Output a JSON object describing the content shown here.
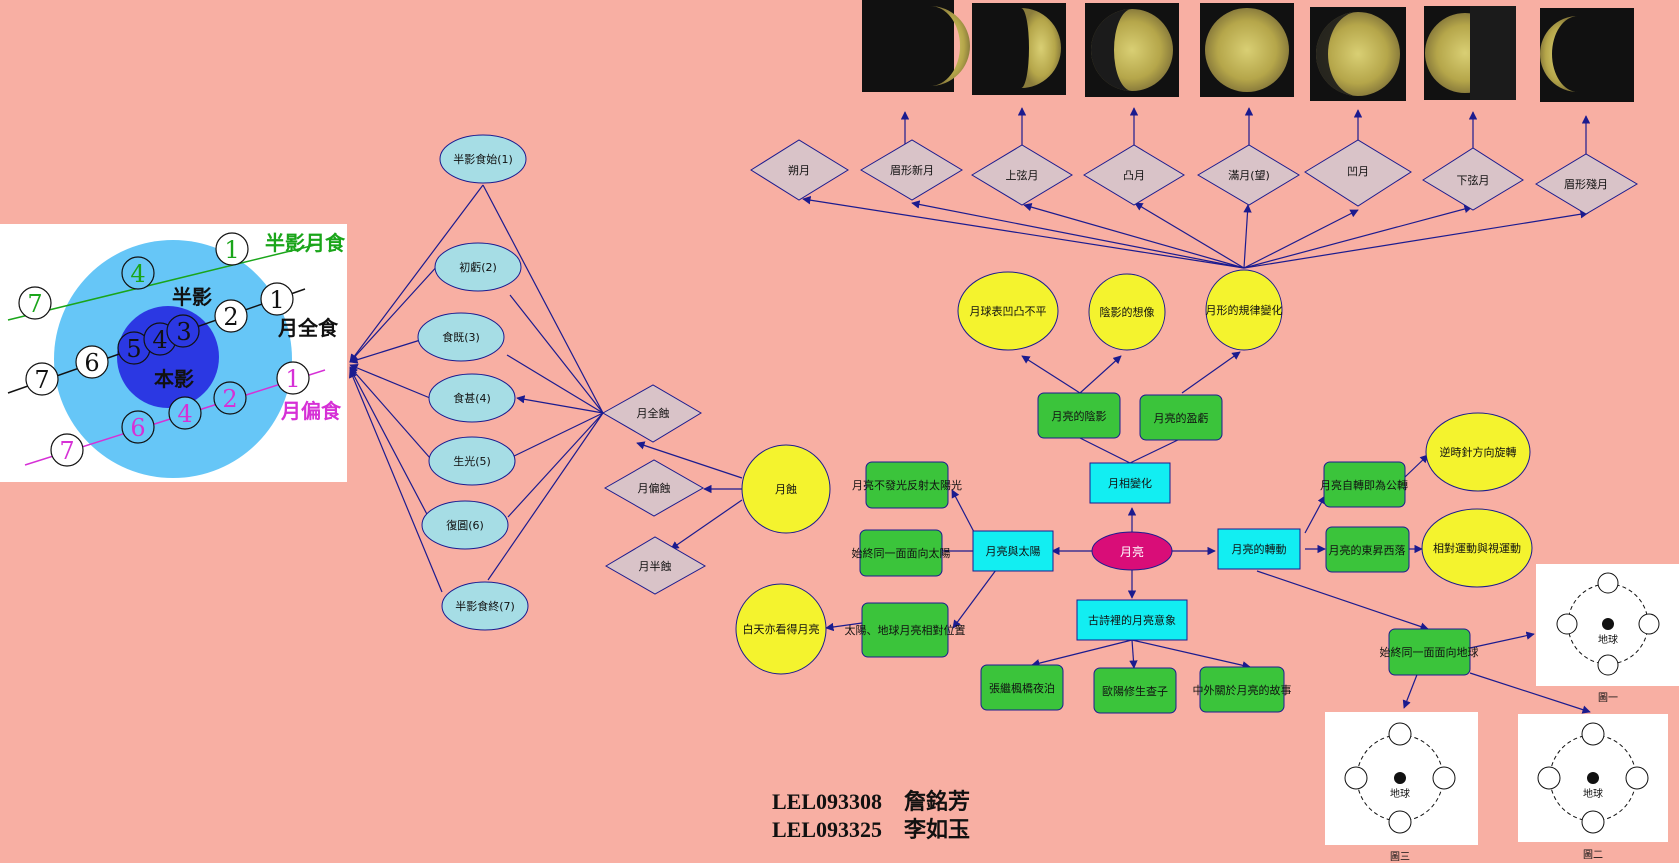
{
  "phases": [
    "朔月",
    "眉形新月",
    "上弦月",
    "凸月",
    "滿月(望)",
    "凹月",
    "下弦月",
    "眉形殘月"
  ],
  "eclipse_stages": [
    "半影食始(1)",
    "初虧(2)",
    "食既(3)",
    "食甚(4)",
    "生光(5)",
    "復圓(6)",
    "半影食終(7)"
  ],
  "eclipse_types": [
    "月全蝕",
    "月偏蝕",
    "月半蝕"
  ],
  "center": "月亮",
  "nodes": {
    "phase_change": "月相變化",
    "shadow": "月亮的陰影",
    "wax_wane": "月亮的盈虧",
    "surface": "月球表凹凸不平",
    "shadow_imagine": "陰影的想像",
    "shape_rule": "月形的規律變化",
    "sun": "月亮與太陽",
    "no_light": "月亮不發光反射太陽光",
    "face_sun": "始終同一面面向太陽",
    "position": "太陽、地球月亮相對位置",
    "daytime": "白天亦看得月亮",
    "eclipse": "月蝕",
    "rotation": "月亮的轉動",
    "rot_revolve": "月亮自轉即為公轉",
    "ccw": "逆時針方向旋轉",
    "east_west": "月亮的東昇西落",
    "relative": "相對運動與視運動",
    "face_earth": "始終同一面面向地球",
    "poem": "古詩裡的月亮意象",
    "zhangji": "張繼楓橋夜泊",
    "ouyang": "歐陽修生查子",
    "story": "中外關於月亮的故事"
  },
  "diagram_labels": {
    "penumbra_eclipse": "半影月食",
    "total_eclipse": "月全食",
    "partial_eclipse": "月偏食",
    "penumbra": "半影",
    "umbra": "本影"
  },
  "earth": "地球",
  "figures": [
    "圖一",
    "圖二",
    "圖三"
  ],
  "credits": [
    {
      "id": "LEL093308",
      "name": "詹銘芳"
    },
    {
      "id": "LEL093325",
      "name": "李如玉"
    }
  ],
  "colors": {
    "background": "#f8afa3",
    "green_box": "#3bc43b",
    "cyan_box": "#12eef2",
    "yellow_circle": "#f4f32e",
    "magenta_center": "#d90d78",
    "diamond": "#d9c3c8",
    "cloud": "#a6dde5",
    "arrow": "#1b1b8f"
  }
}
